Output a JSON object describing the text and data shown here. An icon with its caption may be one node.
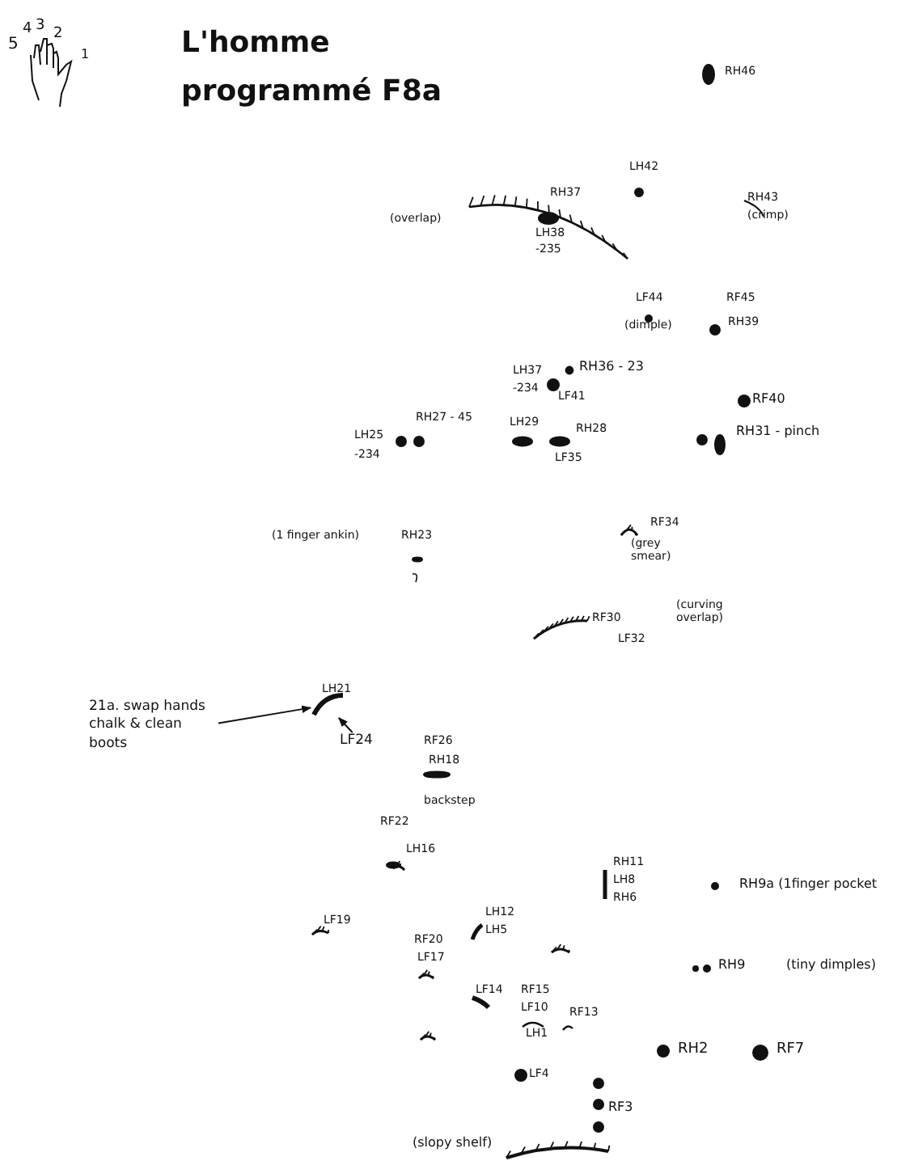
{
  "diagram": {
    "title": "L'homme programmé F8a",
    "nodes": [
      {
        "text": [
          "21a. swap hands chalk & clean boots"
        ]
      },
      {
        "text": [],
        "shape": "arc"
      },
      {
        "text": [
          "LF24"
        ]
      }
    ],
    "edges": [
      {
        "from": 0,
        "to": 1,
        "arrow": "to"
      },
      {
        "from": 2,
        "to": 1,
        "arrow": "to"
      }
    ],
    "labels": [
      "5",
      "4",
      "3",
      "2",
      "1",
      "RH46",
      "LH42",
      "RH37",
      "RH43",
      "(crimp)",
      "(overlap)",
      "LH38",
      "-235",
      "LF44",
      "RF45",
      "(dimple)",
      "RH39",
      "RH36 - 23",
      "LH37",
      "-234",
      "LF41",
      "RF40",
      "RH27 - 45",
      "LH29",
      "RH28",
      "RH31 - pinch",
      "LH25",
      "-234",
      "LF35",
      "(1 finger ankin)",
      "RH23",
      "RF34",
      "(grey smear)",
      "(curving overlap)",
      "RF30",
      "LF32",
      "LH21",
      "RF26",
      "RH18",
      "backstep",
      "RF22",
      "LH16",
      "RH11",
      "RH9a (1finger pocket",
      "LH8",
      "RH6",
      "LH12",
      "LF19",
      "LH5",
      "RF20",
      "LF17",
      "RH9",
      "(tiny dimples)",
      "LF14",
      "RF15",
      "LF10",
      "RF13",
      "LH1",
      "RH2",
      "RF7",
      "LF4",
      "RF3",
      "(slopy shelf)"
    ]
  }
}
